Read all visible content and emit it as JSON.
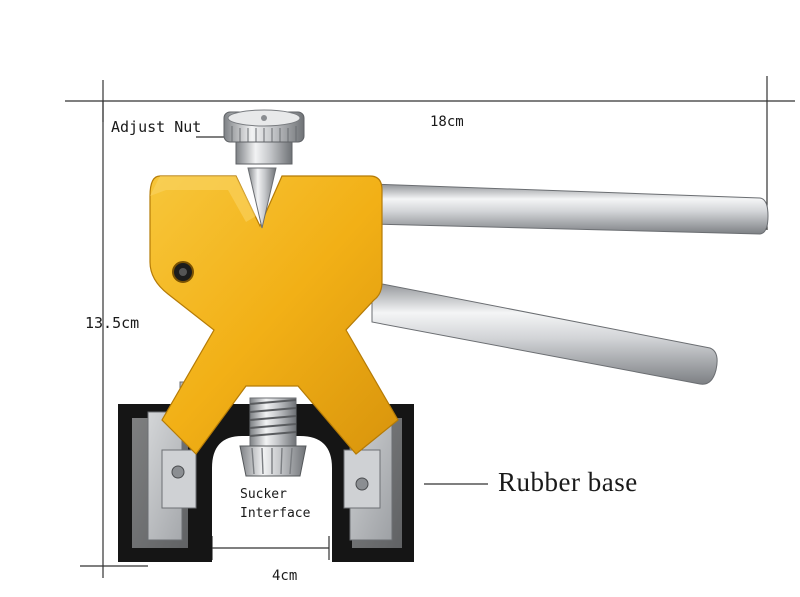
{
  "labels": {
    "adjust_nut": "Adjust Nut",
    "width": "18cm",
    "height": "13.5cm",
    "rubber_base": "Rubber base",
    "sucker_line1": "Sucker",
    "sucker_line2": "Interface",
    "gap": "4cm"
  },
  "colors": {
    "body_yellow": "#f2b016",
    "body_shade": "#d8940c",
    "steel": "#c9ccd0",
    "rubber": "#151515",
    "dimension_line": "#333333"
  }
}
